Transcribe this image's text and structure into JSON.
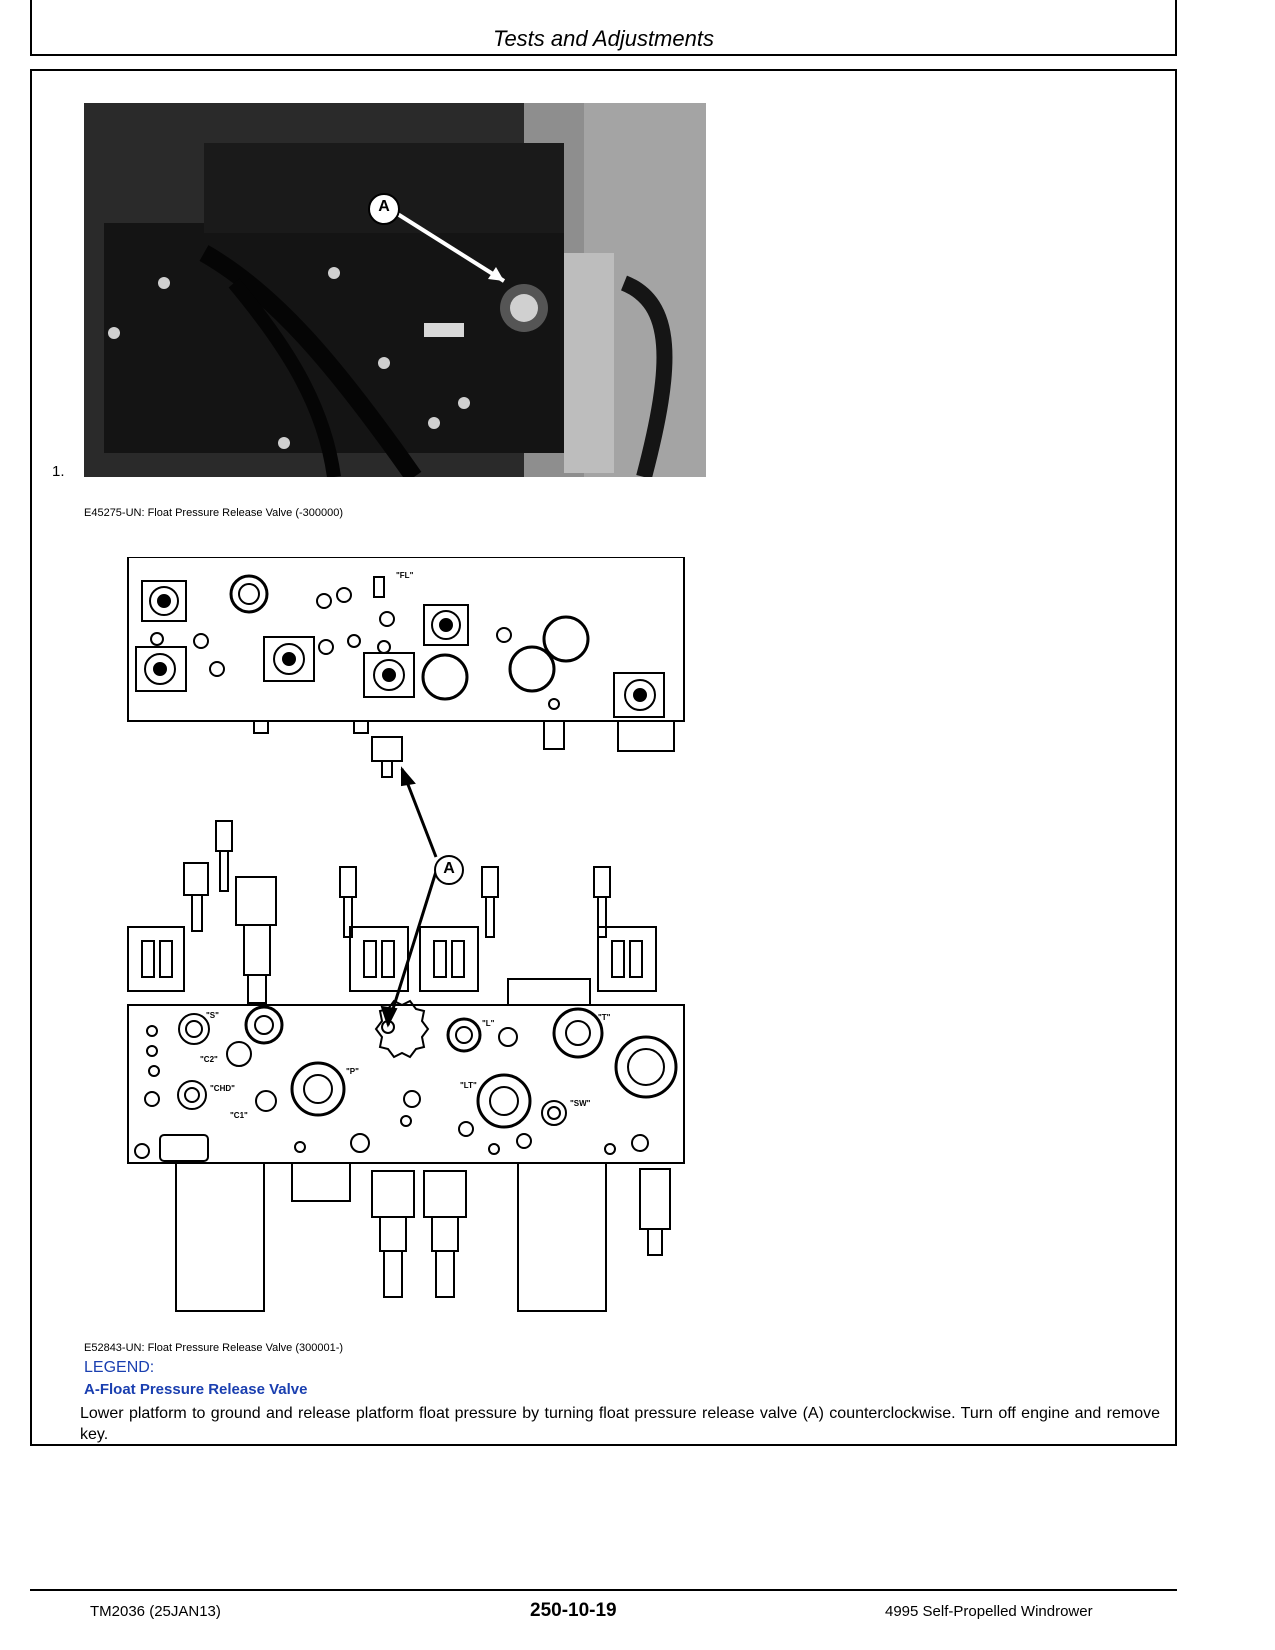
{
  "header": {
    "title": "Tests and Adjustments"
  },
  "step": {
    "number": "1."
  },
  "figure1": {
    "callout": "A",
    "caption": "E45275-UN: Float Pressure Release Valve (-300000)"
  },
  "figure2": {
    "callout": "A",
    "port_labels": [
      "\"FL\"",
      "\"S\"",
      "\"C2\"",
      "\"CHD\"",
      "\"C1\"",
      "\"P\"",
      "\"L\"",
      "\"T\"",
      "\"LT\"",
      "\"SW\""
    ],
    "caption": "E52843-UN: Float Pressure Release Valve (300001-)"
  },
  "legend": {
    "label": "LEGEND:",
    "item": "A-Float Pressure Release Valve"
  },
  "body": {
    "text": "Lower platform to ground and release platform float pressure by turning float pressure release valve (A) counterclockwise. Turn off engine and remove key."
  },
  "footer": {
    "left": "TM2036 (25JAN13)",
    "center": "250-10-19",
    "right": "4995 Self-Propelled Windrower"
  }
}
